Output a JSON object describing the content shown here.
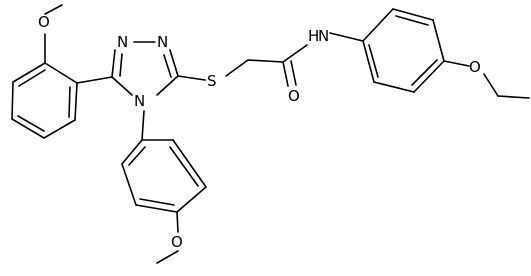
{
  "molecule": {
    "atoms": [
      {
        "id": "O_me1",
        "label": "O"
      },
      {
        "id": "N3",
        "label": "N"
      },
      {
        "id": "N2",
        "label": "N"
      },
      {
        "id": "N4",
        "label": "N"
      },
      {
        "id": "S",
        "label": "S"
      },
      {
        "id": "NH",
        "label": "N"
      },
      {
        "id": "H",
        "label": "H"
      },
      {
        "id": "O_amide",
        "label": "O"
      },
      {
        "id": "O_et",
        "label": "O"
      },
      {
        "id": "O_me2",
        "label": "O"
      }
    ]
  }
}
